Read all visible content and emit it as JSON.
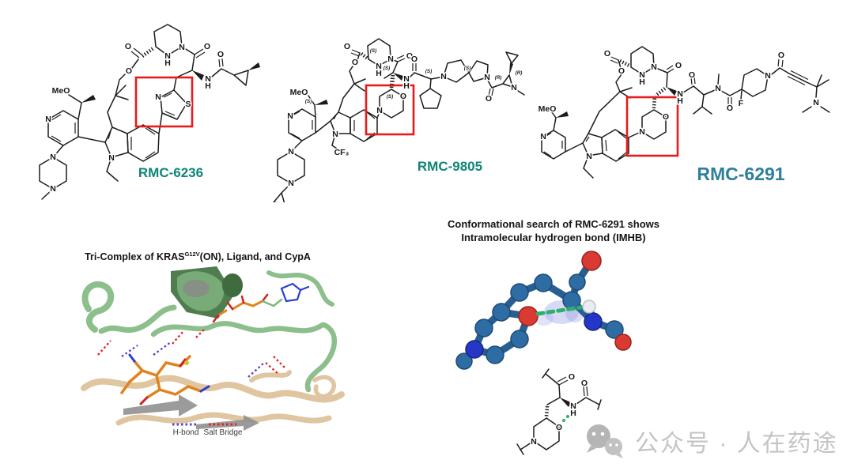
{
  "molecules": [
    {
      "name": "RMC-6236",
      "label_color": "#0e8577"
    },
    {
      "name": "RMC-9805",
      "label_color": "#0e8577"
    },
    {
      "name": "RMC-6291",
      "label_color": "#2e7f9c"
    }
  ],
  "atoms": {
    "meo": "MeO",
    "n": "N",
    "o": "O",
    "s": "S",
    "h": "H",
    "f": "F",
    "cf3": "CF₃",
    "stereo_s": "(S)",
    "stereo_r": "(R)"
  },
  "highlight_box_color": "#e61c1c",
  "tri_complex": {
    "title_main": "Tri-Complex of KRAS",
    "title_sup": "G12V",
    "title_rest": "(ON), Ligand, and CypA",
    "legend": [
      {
        "label": "H-bond",
        "color": "#5a3fd0"
      },
      {
        "label": "Salt Bridge",
        "color": "#e02020"
      }
    ]
  },
  "conformational": {
    "title_line1": "Conformational search of RMC-6291 shows",
    "title_line2": "Intramolecular hydrogen bond (IMHB)",
    "hbond_color": "#2fae6e"
  },
  "watermark": {
    "text": "公众号 · 人在药途"
  }
}
